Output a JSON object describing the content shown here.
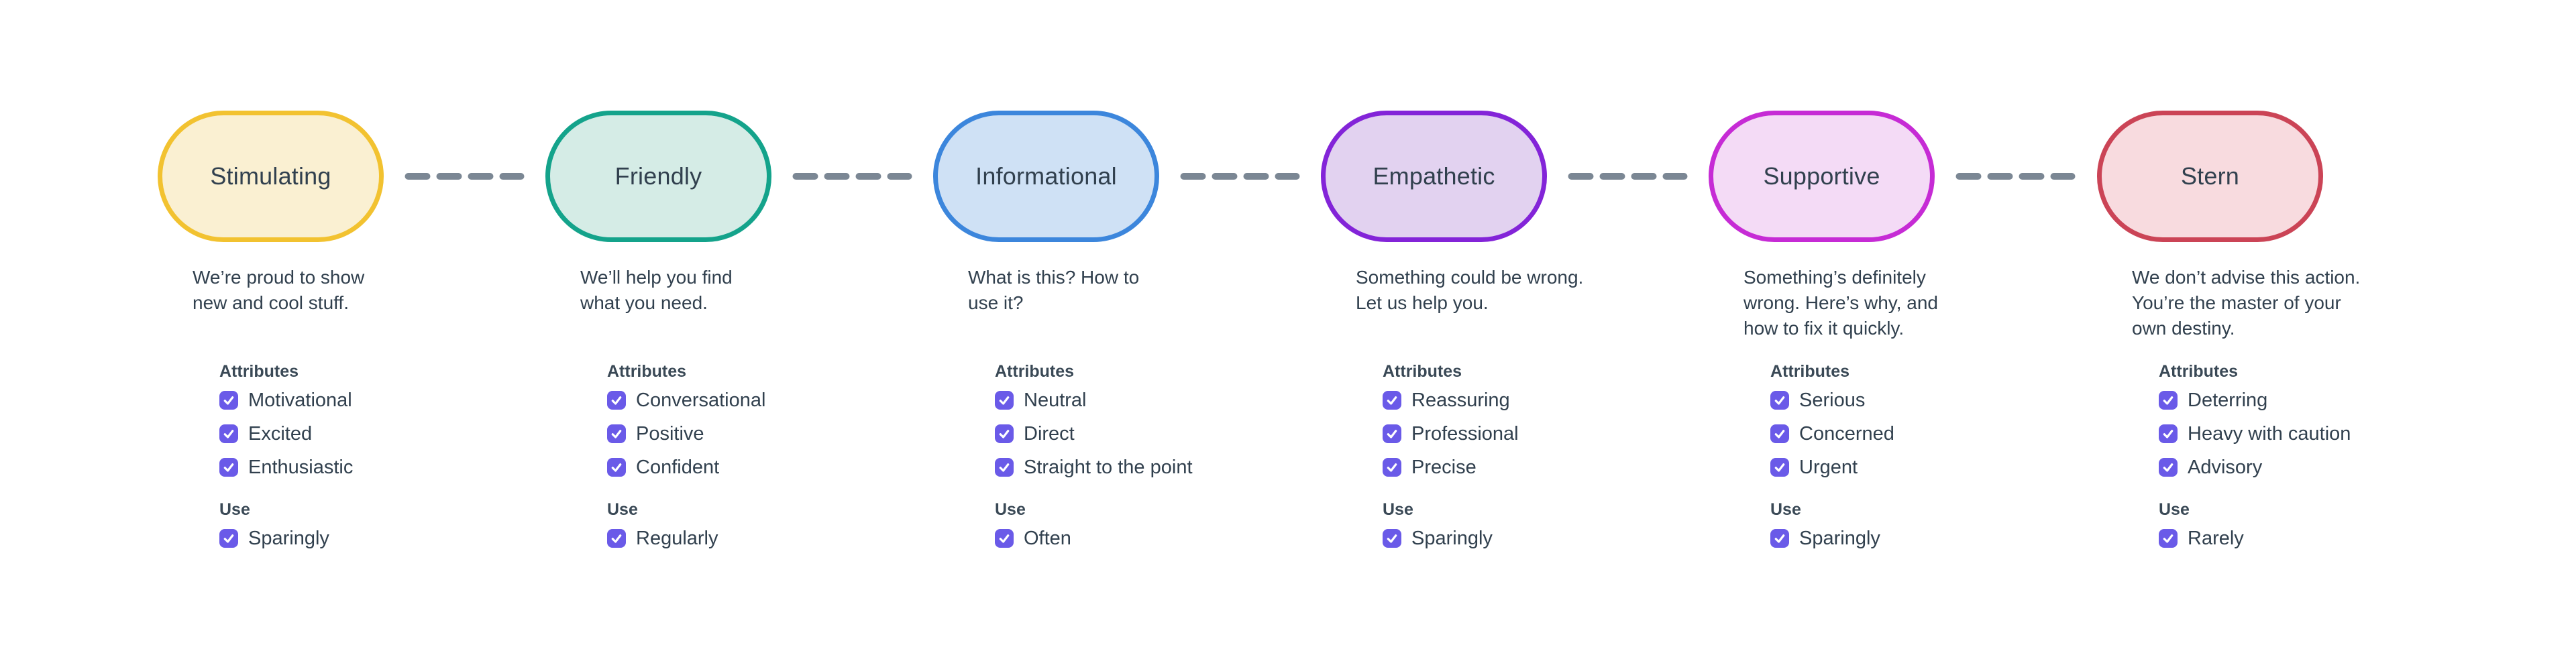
{
  "page": {
    "background": "#ffffff"
  },
  "labels": {
    "attributes_heading": "Attributes",
    "use_heading": "Use"
  },
  "colors": {
    "checkbox": "#6a5ae8",
    "checkmark": "#ffffff",
    "connector": "#7b8794",
    "text": "#31404e"
  },
  "tones": [
    {
      "name": "Stimulating",
      "border_color": "#f2c230",
      "fill_color": "#faf0d2",
      "description_lines": [
        "We’re proud to show",
        "new and cool stuff."
      ],
      "attributes": [
        "Motivational",
        "Excited",
        "Enthusiastic"
      ],
      "use": "Sparingly"
    },
    {
      "name": "Friendly",
      "border_color": "#14a38b",
      "fill_color": "#d5ece6",
      "description_lines": [
        "We’ll help you find",
        "what you need."
      ],
      "attributes": [
        "Conversational",
        "Positive",
        "Confident"
      ],
      "use": "Regularly"
    },
    {
      "name": "Informational",
      "border_color": "#3c86dc",
      "fill_color": "#cfe1f5",
      "description_lines": [
        "What is this? How to",
        "use it?"
      ],
      "attributes": [
        "Neutral",
        "Direct",
        "Straight to the point"
      ],
      "use": "Often"
    },
    {
      "name": "Empathetic",
      "border_color": "#8324d8",
      "fill_color": "#e2d2f0",
      "description_lines": [
        "Something could be wrong.",
        "Let us help you."
      ],
      "attributes": [
        "Reassuring",
        "Professional",
        "Precise"
      ],
      "use": "Sparingly"
    },
    {
      "name": "Supportive",
      "border_color": "#c62bd5",
      "fill_color": "#f4dbf6",
      "description_lines": [
        "Something’s definitely",
        "wrong. Here’s why, and",
        "how to fix it quickly."
      ],
      "attributes": [
        "Serious",
        "Concerned",
        "Urgent"
      ],
      "use": "Sparingly"
    },
    {
      "name": "Stern",
      "border_color": "#cb4456",
      "fill_color": "#f8dbdf",
      "description_lines": [
        "We don’t advise this action.",
        "You’re the master of your",
        "own destiny."
      ],
      "attributes": [
        "Deterring",
        "Heavy with caution",
        "Advisory"
      ],
      "use": "Rarely"
    }
  ]
}
